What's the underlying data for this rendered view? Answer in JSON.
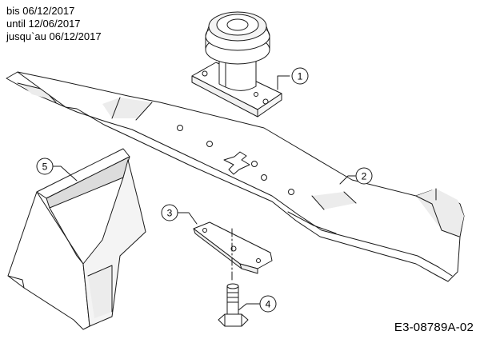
{
  "validity": {
    "de": "bis 06/12/2017",
    "en": "until 12/06/2017",
    "fr": "jusqu`au 06/12/2017"
  },
  "doc_code": "E3-08789A-02",
  "callouts": [
    {
      "num": "1",
      "part": "blade-adapter-pulley"
    },
    {
      "num": "2",
      "part": "mower-blade"
    },
    {
      "num": "3",
      "part": "blade-retaining-plate"
    },
    {
      "num": "4",
      "part": "blade-bolt"
    },
    {
      "num": "5",
      "part": "mulch-plug"
    }
  ]
}
